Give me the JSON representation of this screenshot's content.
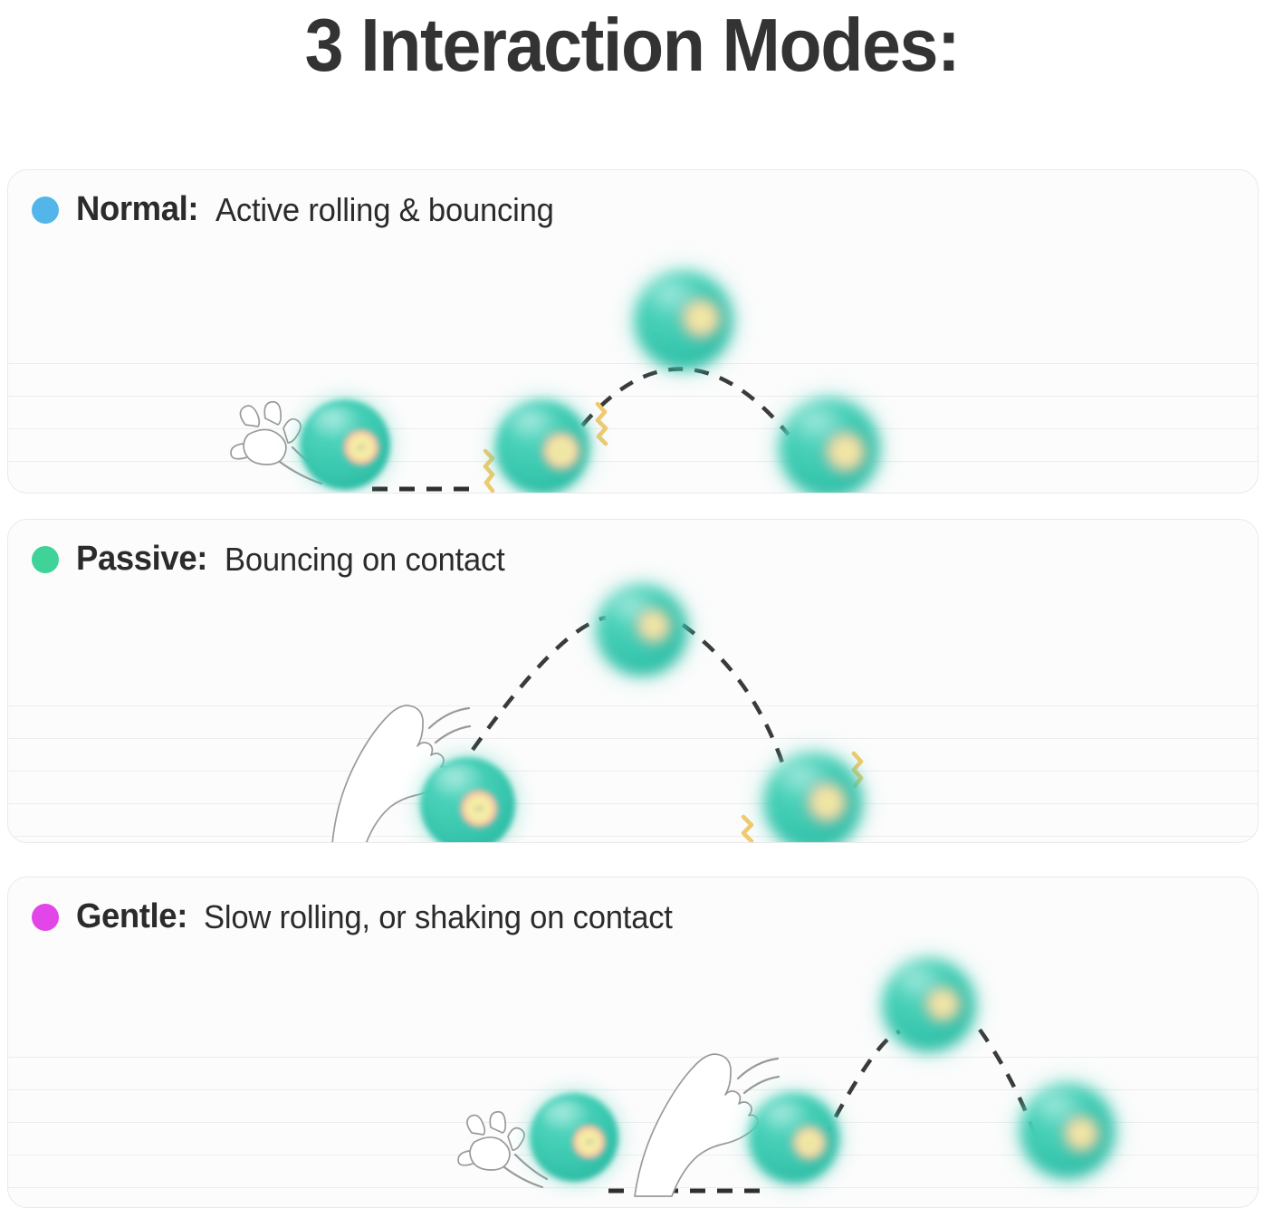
{
  "page": {
    "title": "3 Interaction Modes:",
    "background_color": "#ffffff",
    "title_color": "#333333",
    "card_background": "#fcfcfc",
    "card_border_color": "#e9e9e9",
    "gridline_color": "#ededed"
  },
  "modes": [
    {
      "id": "normal",
      "dot_color": "#53b5ea",
      "label": "Normal:",
      "description": "Active rolling & bouncing",
      "scene": {
        "paw_type": "paw-print",
        "ball_count": 4,
        "has_ground_line": true,
        "has_arc": true,
        "impact_squiggles": 2,
        "squiggle_color": "#f2ca6e",
        "trajectory_color": "#3a3a3a",
        "ball_color": "#3ecdb4",
        "ball_core_ring_color": "#f3a9a8",
        "ball_core_center_color": "#f4eda3"
      }
    },
    {
      "id": "passive",
      "dot_color": "#3fd39a",
      "label": "Passive:",
      "description": "Bouncing on contact",
      "scene": {
        "paw_type": "paw-leg",
        "ball_count": 3,
        "has_ground_line": false,
        "has_arc": true,
        "impact_squiggles": 2,
        "squiggle_color": "#f2ca6e",
        "trajectory_color": "#3a3a3a",
        "ball_color": "#3ecdb4",
        "ball_core_ring_color": "#f3a9a8",
        "ball_core_center_color": "#f4eda3"
      }
    },
    {
      "id": "gentle",
      "dot_color": "#e246e8",
      "label": "Gentle:",
      "description": "Slow rolling, or shaking on contact",
      "scene": {
        "paw_type": "paw-print-and-leg",
        "ball_count": 4,
        "has_ground_line": true,
        "has_arc": true,
        "impact_squiggles": 0,
        "squiggle_color": "#f2ca6e",
        "trajectory_color": "#3a3a3a",
        "ball_color": "#3ecdb4",
        "ball_core_ring_color": "#f3a9a8",
        "ball_core_center_color": "#f4eda3"
      }
    }
  ]
}
